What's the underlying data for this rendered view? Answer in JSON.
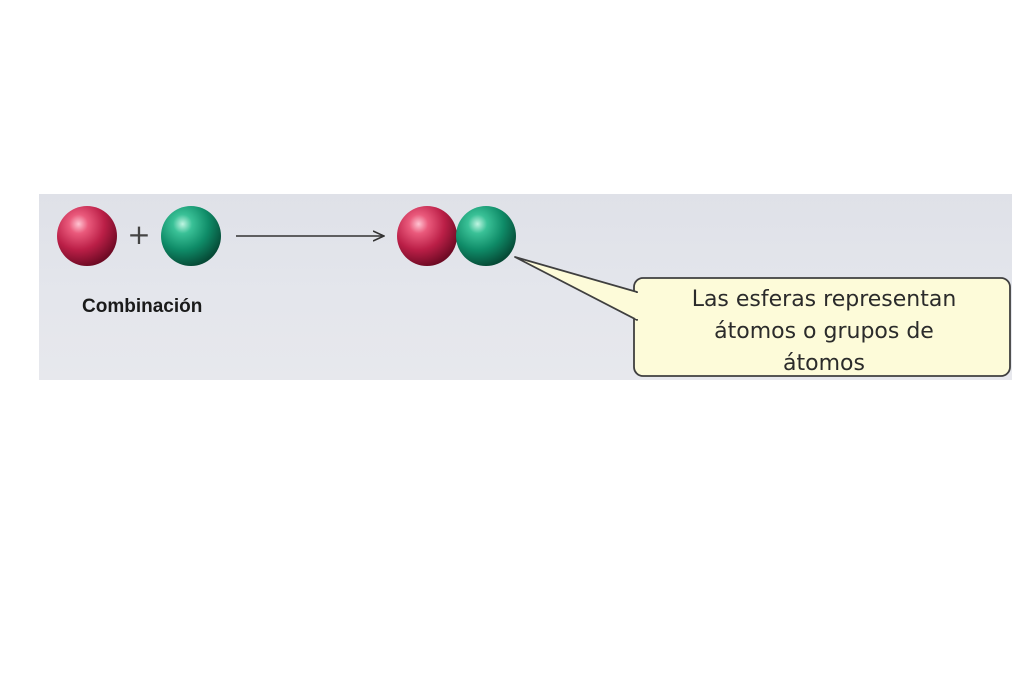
{
  "reaction": {
    "type": "Combinación",
    "operator": "+"
  },
  "atoms": {
    "first_color": "#c2274f",
    "second_color": "#11956f"
  },
  "callout": {
    "line1": "Las esferas representan",
    "line2": "átomos o grupos de",
    "line3": "átomos",
    "fill": "#fdfbd9",
    "border": "#3f3f3f"
  }
}
